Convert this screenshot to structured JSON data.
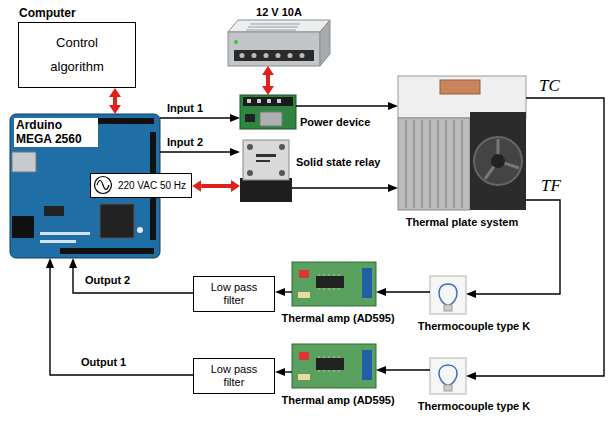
{
  "diagram": {
    "nodes": [
      {
        "text": [
          "Computer",
          "Control algorithm"
        ]
      },
      {
        "text": [
          "Arduino MEGA 2560"
        ]
      },
      {
        "text": [
          "12 V 10A"
        ]
      },
      {
        "text": [
          "Power device"
        ]
      },
      {
        "text": [
          "Solid state relay"
        ]
      },
      {
        "text": [
          "220 VAC 50 Hz"
        ]
      },
      {
        "text": [
          "Thermal plate system"
        ]
      },
      {
        "text": [
          "Low pass filter"
        ]
      },
      {
        "text": [
          "Thermal amp (AD595)"
        ]
      },
      {
        "text": [
          "Thermocouple type K"
        ]
      },
      {
        "text": [
          "Low pass filter"
        ]
      },
      {
        "text": [
          "Thermal amp (AD595)"
        ]
      },
      {
        "text": [
          "Thermocouple type K"
        ]
      }
    ],
    "edges": [
      {
        "from": 0,
        "to": 1,
        "arrow": "both"
      },
      {
        "from": 1,
        "to": 3,
        "arrow": "to",
        "label": "Input 1"
      },
      {
        "from": 2,
        "to": 3,
        "arrow": "both"
      },
      {
        "from": 3,
        "to": 6,
        "arrow": "to"
      },
      {
        "from": 1,
        "to": 4,
        "arrow": "to",
        "label": "Input 2"
      },
      {
        "from": 5,
        "to": 4,
        "arrow": "both"
      },
      {
        "from": 4,
        "to": 6,
        "arrow": "to"
      },
      {
        "from": 6,
        "to": 9,
        "arrow": "to",
        "label": "TF"
      },
      {
        "from": 9,
        "to": 8,
        "arrow": "to"
      },
      {
        "from": 8,
        "to": 7,
        "arrow": "to"
      },
      {
        "from": 7,
        "to": 1,
        "arrow": "to",
        "label": "Output 2"
      },
      {
        "from": 6,
        "to": 12,
        "arrow": "to",
        "label": "TC"
      },
      {
        "from": 12,
        "to": 11,
        "arrow": "to"
      },
      {
        "from": 11,
        "to": 10,
        "arrow": "to"
      },
      {
        "from": 10,
        "to": 1,
        "arrow": "to",
        "label": "Output 1"
      }
    ]
  }
}
